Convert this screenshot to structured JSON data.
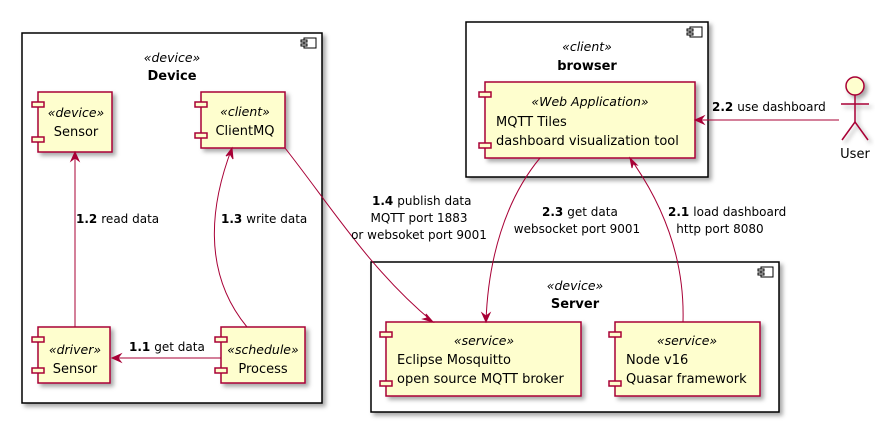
{
  "containers": {
    "device": {
      "stereotype": "«device»",
      "name": "Device"
    },
    "browser": {
      "stereotype": "«client»",
      "name": "browser"
    },
    "server": {
      "stereotype": "«device»",
      "name": "Server"
    }
  },
  "components": {
    "sensor_device": {
      "stereotype": "«device»",
      "lines": [
        "Sensor"
      ]
    },
    "clientmq": {
      "stereotype": "«client»",
      "lines": [
        "ClientMQ"
      ]
    },
    "sensor_driver": {
      "stereotype": "«driver»",
      "lines": [
        "Sensor"
      ]
    },
    "process": {
      "stereotype": "«schedule»",
      "lines": [
        "Process"
      ]
    },
    "mqtt_tiles": {
      "stereotype": "«Web Application»",
      "lines": [
        "MQTT Tiles",
        "dashboard visualization tool"
      ]
    },
    "mosquitto": {
      "stereotype": "«service»",
      "lines": [
        "Eclipse Mosquitto",
        "open source MQTT broker"
      ]
    },
    "node": {
      "stereotype": "«service»",
      "lines": [
        "Node v16",
        "Quasar framework"
      ]
    }
  },
  "actor": {
    "name": "User"
  },
  "edges": {
    "e11": {
      "num": "1.1",
      "lines": [
        "get data"
      ]
    },
    "e12": {
      "num": "1.2",
      "lines": [
        "read data"
      ]
    },
    "e13": {
      "num": "1.3",
      "lines": [
        "write data"
      ]
    },
    "e14": {
      "num": "1.4",
      "lines": [
        "publish data",
        "MQTT port 1883",
        "or websoket port 9001"
      ]
    },
    "e21": {
      "num": "2.1",
      "lines": [
        "load dashboard",
        "http port 8080"
      ]
    },
    "e22": {
      "num": "2.2",
      "lines": [
        "use dashboard"
      ]
    },
    "e23": {
      "num": "2.3",
      "lines": [
        "get data",
        "websocket port 9001"
      ]
    }
  }
}
